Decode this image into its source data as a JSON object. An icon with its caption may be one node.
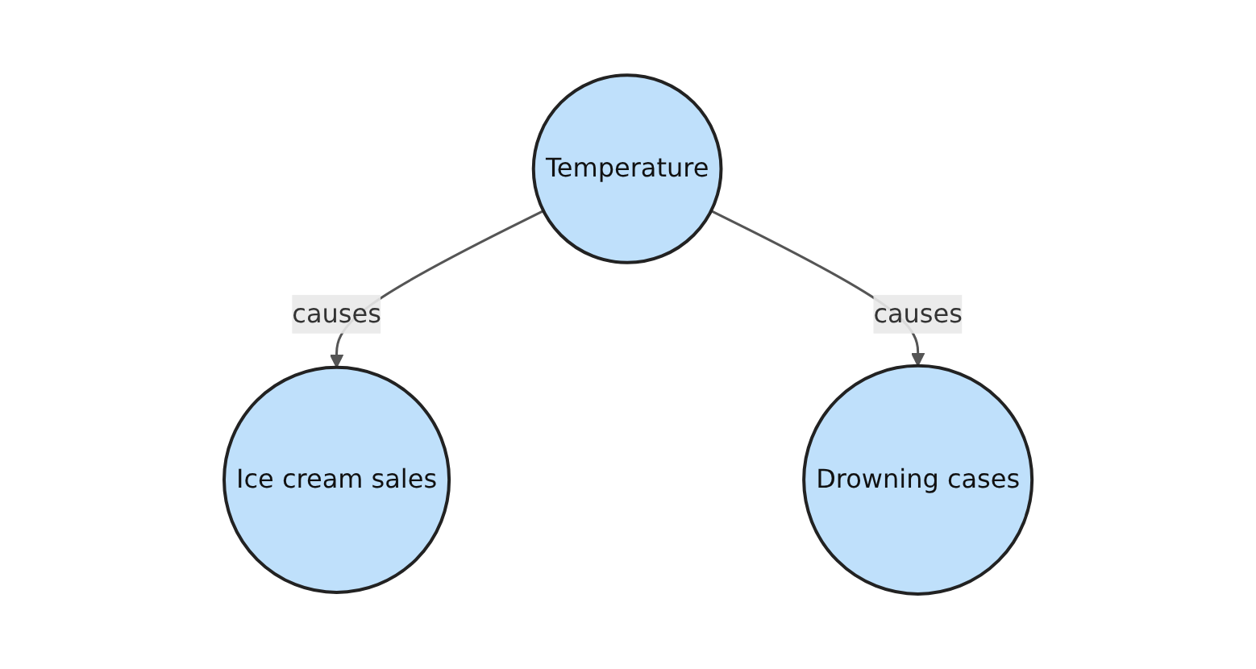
{
  "diagram": {
    "nodes": [
      {
        "text": [
          "Temperature"
        ]
      },
      {
        "text": [
          "Ice cream sales"
        ]
      },
      {
        "text": [
          "Drowning cases"
        ]
      }
    ],
    "edges": [
      {
        "from": 0,
        "to": 1,
        "arrow": "to",
        "label": "causes"
      },
      {
        "from": 0,
        "to": 2,
        "arrow": "to",
        "label": "causes"
      }
    ]
  }
}
